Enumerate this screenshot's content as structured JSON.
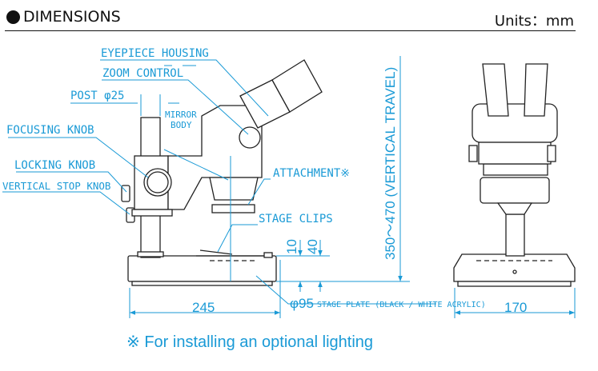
{
  "header": {
    "title": "DIMENSIONS",
    "units": "Units：mm"
  },
  "labels": {
    "eyepiece_housing": "EYEPIECE HOUSING",
    "zoom_control": "ZOOM CONTROL",
    "post": "POST φ25",
    "mirror": "MIRROR",
    "body": "BODY",
    "focusing_knob": "FOCUSING KNOB",
    "locking_knob": "LOCKING KNOB",
    "vertical_stop_knob": "VERTICAL STOP KNOB",
    "attachment": "ATTACHMENT※",
    "stage_clips": "STAGE CLIPS",
    "stage_plate": "φ95",
    "stage_plate_desc": "STAGE PLATE (BLACK / WHITE ACRYLIC)"
  },
  "dimensions": {
    "width_side": "245",
    "width_front": "170",
    "vertical_travel": "350～470 (VERTICAL TRAVEL)",
    "d10": "10",
    "d40": "40"
  },
  "footnote": "※ For installing an optional lighting",
  "colors": {
    "annotation": "#1a9ad6",
    "drawing": "#222222"
  }
}
